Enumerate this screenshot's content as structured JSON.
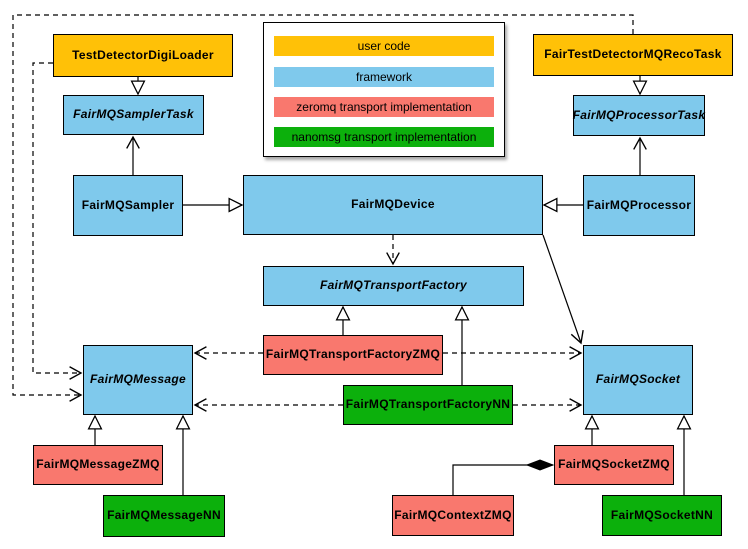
{
  "legend": {
    "items": [
      {
        "label": "user code",
        "color": "#FFC107"
      },
      {
        "label": "framework",
        "color": "#7FC9EC"
      },
      {
        "label": "zeromq transport implementation",
        "color": "#F9786E"
      },
      {
        "label": "nanomsg transport implementation",
        "color": "#0CB00C"
      }
    ]
  },
  "nodes": {
    "testDetectorDigiLoader": {
      "label": "TestDetectorDigiLoader",
      "color": "#FFC107",
      "abstract": false
    },
    "fairTestDetectorMQRecoTask": {
      "label": "FairTestDetectorMQRecoTask",
      "color": "#FFC107",
      "abstract": false
    },
    "fairMQSamplerTask": {
      "label": "FairMQSamplerTask",
      "color": "#7FC9EC",
      "abstract": true
    },
    "fairMQProcessorTask": {
      "label": "FairMQProcessorTask",
      "color": "#7FC9EC",
      "abstract": true
    },
    "fairMQSampler": {
      "label": "FairMQSampler",
      "color": "#7FC9EC",
      "abstract": false
    },
    "fairMQDevice": {
      "label": "FairMQDevice",
      "color": "#7FC9EC",
      "abstract": false
    },
    "fairMQProcessor": {
      "label": "FairMQProcessor",
      "color": "#7FC9EC",
      "abstract": false
    },
    "fairMQTransportFactory": {
      "label": "FairMQTransportFactory",
      "color": "#7FC9EC",
      "abstract": true
    },
    "fairMQTransportFactoryZMQ": {
      "label": "FairMQTransportFactoryZMQ",
      "color": "#F9786E",
      "abstract": false
    },
    "fairMQTransportFactoryNN": {
      "label": "FairMQTransportFactoryNN",
      "color": "#0CB00C",
      "abstract": false
    },
    "fairMQMessage": {
      "label": "FairMQMessage",
      "color": "#7FC9EC",
      "abstract": true
    },
    "fairMQSocket": {
      "label": "FairMQSocket",
      "color": "#7FC9EC",
      "abstract": true
    },
    "fairMQMessageZMQ": {
      "label": "FairMQMessageZMQ",
      "color": "#F9786E",
      "abstract": false
    },
    "fairMQMessageNN": {
      "label": "FairMQMessageNN",
      "color": "#0CB00C",
      "abstract": false
    },
    "fairMQContextZMQ": {
      "label": "FairMQContextZMQ",
      "color": "#F9786E",
      "abstract": false
    },
    "fairMQSocketZMQ": {
      "label": "FairMQSocketZMQ",
      "color": "#F9786E",
      "abstract": false
    },
    "fairMQSocketNN": {
      "label": "FairMQSocketNN",
      "color": "#0CB00C",
      "abstract": false
    }
  },
  "edges": [
    {
      "from": "TestDetectorDigiLoader",
      "to": "FairMQSamplerTask",
      "type": "inheritance"
    },
    {
      "from": "FairMQSampler",
      "to": "FairMQSamplerTask",
      "type": "association"
    },
    {
      "from": "FairTestDetectorMQRecoTask",
      "to": "FairMQProcessorTask",
      "type": "inheritance"
    },
    {
      "from": "FairMQProcessor",
      "to": "FairMQProcessorTask",
      "type": "association"
    },
    {
      "from": "FairMQSampler",
      "to": "FairMQDevice",
      "type": "inheritance"
    },
    {
      "from": "FairMQProcessor",
      "to": "FairMQDevice",
      "type": "inheritance"
    },
    {
      "from": "FairMQDevice",
      "to": "FairMQTransportFactory",
      "type": "dependency"
    },
    {
      "from": "FairMQDevice",
      "to": "FairMQSocket",
      "type": "association"
    },
    {
      "from": "FairMQTransportFactoryZMQ",
      "to": "FairMQTransportFactory",
      "type": "inheritance"
    },
    {
      "from": "FairMQTransportFactoryNN",
      "to": "FairMQTransportFactory",
      "type": "inheritance"
    },
    {
      "from": "FairMQTransportFactoryZMQ",
      "to": "FairMQMessage",
      "type": "dependency"
    },
    {
      "from": "FairMQTransportFactoryZMQ",
      "to": "FairMQSocket",
      "type": "dependency"
    },
    {
      "from": "FairMQTransportFactoryNN",
      "to": "FairMQMessage",
      "type": "dependency"
    },
    {
      "from": "FairMQTransportFactoryNN",
      "to": "FairMQSocket",
      "type": "dependency"
    },
    {
      "from": "FairTestDetectorMQRecoTask",
      "to": "FairMQMessage",
      "type": "dependency"
    },
    {
      "from": "TestDetectorDigiLoader",
      "to": "FairMQMessage",
      "type": "dependency"
    },
    {
      "from": "FairMQMessageZMQ",
      "to": "FairMQMessage",
      "type": "inheritance"
    },
    {
      "from": "FairMQMessageNN",
      "to": "FairMQMessage",
      "type": "inheritance"
    },
    {
      "from": "FairMQSocketZMQ",
      "to": "FairMQSocket",
      "type": "inheritance"
    },
    {
      "from": "FairMQSocketNN",
      "to": "FairMQSocket",
      "type": "inheritance"
    },
    {
      "from": "FairMQSocketZMQ",
      "to": "FairMQContextZMQ",
      "type": "composition"
    }
  ]
}
